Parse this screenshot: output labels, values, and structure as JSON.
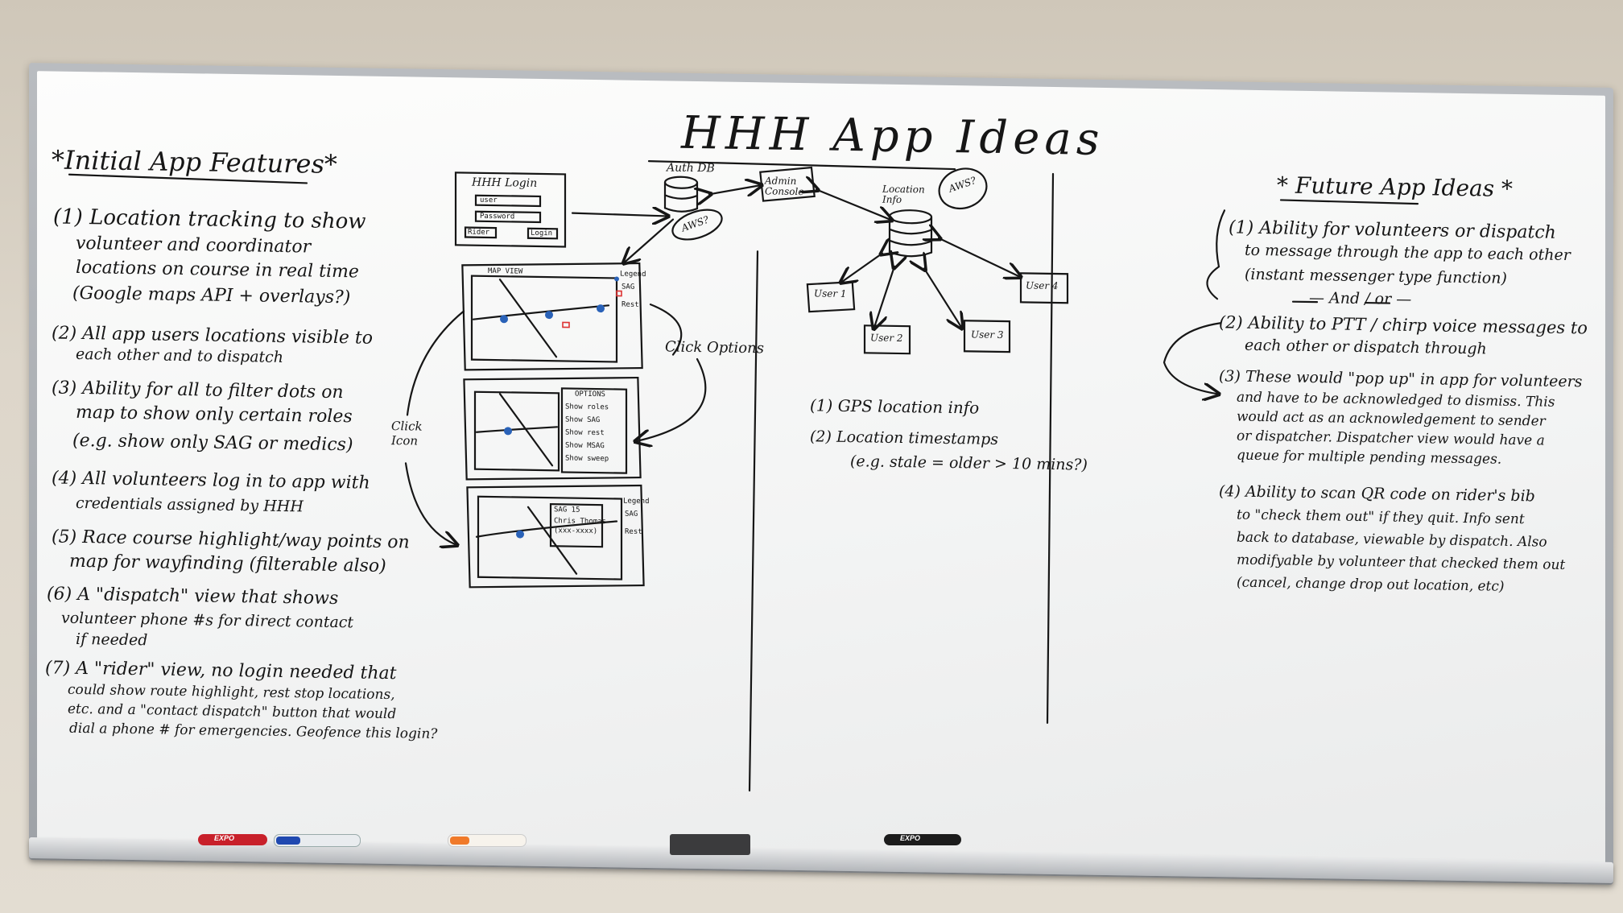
{
  "board": {
    "title": "HHH App Ideas",
    "initial_heading": "*Initial App Features*",
    "future_heading": "* Future App Ideas *",
    "initial_items": [
      "(1) Location tracking to show",
      "volunteer and coordinator",
      "locations on course in real time",
      "(Google maps API + overlays?)",
      "(2) All app users locations visible to",
      "each other and to dispatch",
      "(3) Ability for all to filter dots on",
      "map to show only certain roles",
      "(e.g. show only SAG or medics)",
      "(4) All volunteers log in to app with",
      "credentials assigned by HHH",
      "(5) Race course highlight/way points on",
      "map for wayfinding (filterable also)",
      "(6) A \"dispatch\" view that shows",
      "volunteer phone #s for direct contact",
      "if needed",
      "(7) A \"rider\" view, no login needed that",
      "could show route highlight, rest stop locations,",
      "etc. and a \"contact dispatch\" button that would",
      "dial a phone # for emergencies. Geofence this login?"
    ],
    "future_items": [
      "(1) Ability for volunteers or dispatch",
      "to message through the app to each other",
      "(instant messenger type function)",
      "— And / or —",
      "(2) Ability to PTT / chirp voice messages to",
      "each other or dispatch through",
      "(3) These would \"pop up\" in app for volunteers",
      "and have to be acknowledged to dismiss. This",
      "would act as an acknowledgement to sender",
      "or dispatcher. Dispatcher view would have a",
      "queue for multiple pending messages.",
      "(4) Ability to scan QR code on rider's bib",
      "to \"check them out\" if they quit. Info sent",
      "back to database, viewable by dispatch. Also",
      "modifyable by volunteer that checked them out",
      "(cancel, change drop out location, etc)"
    ],
    "sketch": {
      "login_title": "HHH Login",
      "login_user": "user",
      "login_password": "Password",
      "login_rider": "Rider",
      "login_button": "Login",
      "auth_db": "Auth DB",
      "aws1": "AWS?",
      "admin_console": "Admin Console",
      "location_info": "Location Info",
      "aws2": "AWS?",
      "map_view": "MAP VIEW",
      "legend": "Legend",
      "sag": "SAG",
      "rest": "Rest",
      "options_title": "OPTIONS",
      "options": [
        "Show roles",
        "Show SAG",
        "Show rest",
        "Show MSAG",
        "Show sweep"
      ],
      "click_options": "Click Options",
      "click_icon": "Click Icon",
      "popup_line1": "SAG 15",
      "popup_line2": "Chris Thomas",
      "popup_line3": "(xxx-xxxx)",
      "users": [
        "User 1",
        "User 2",
        "User 3",
        "User 4"
      ],
      "gps_note": "(1) GPS location info",
      "timestamp_note": "(2) Location timestamps",
      "timestamp_detail": "(e.g. stale = older > 10 mins?)"
    },
    "markers": [
      "EXPO",
      "EXPO"
    ]
  }
}
